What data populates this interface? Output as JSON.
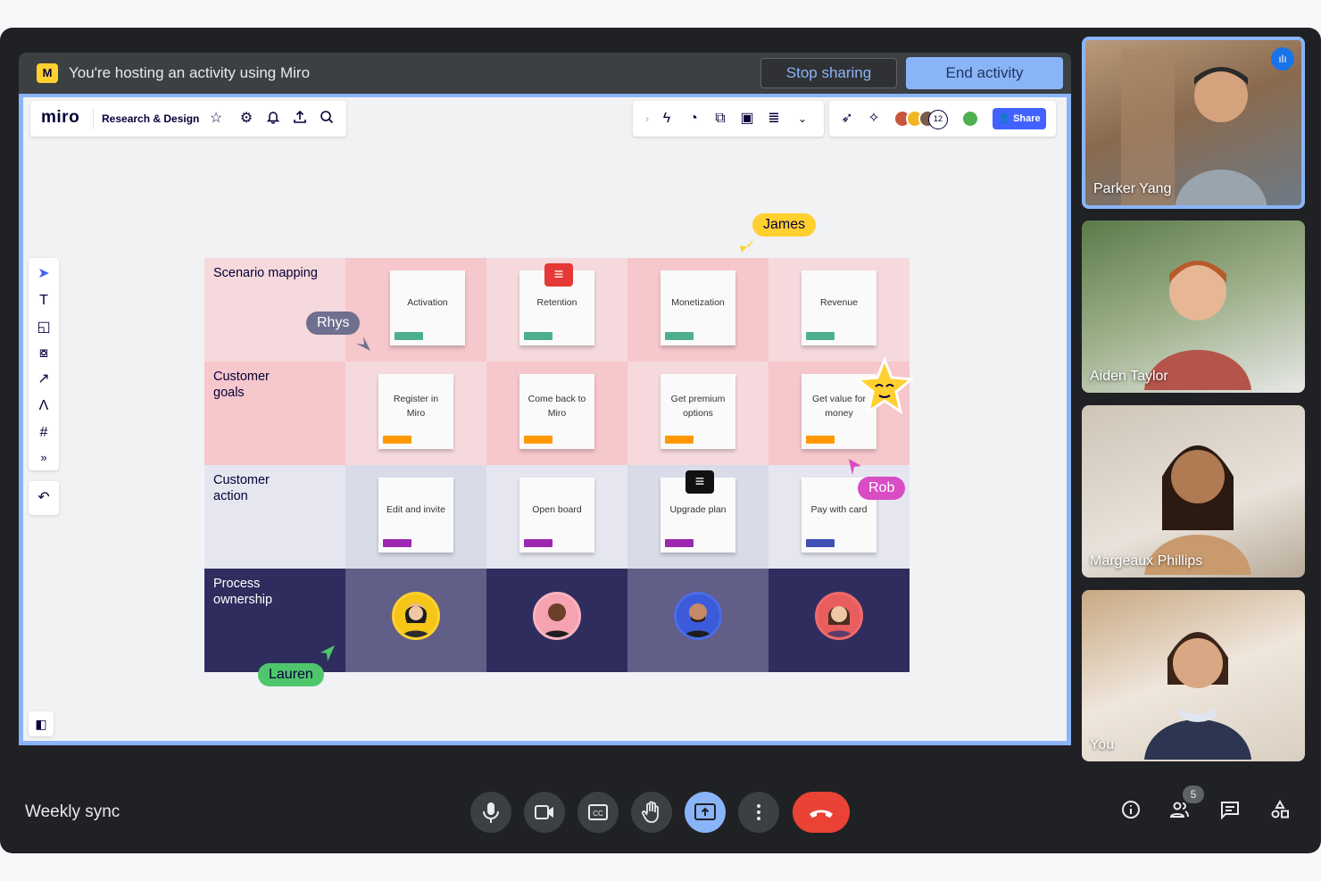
{
  "banner": {
    "message": "You're hosting an activity using Miro",
    "stop_label": "Stop sharing",
    "end_label": "End activity",
    "logo_glyph": "M"
  },
  "miro": {
    "logo": "miro",
    "board_name": "Research & Design",
    "collaborator_count": "12",
    "share_label": "Share",
    "rows": [
      {
        "label": "Scenario mapping",
        "notes": [
          "Activation",
          "Retention",
          "Monetization",
          "Revenue"
        ],
        "tag_color": "#4caf8e"
      },
      {
        "label": "Customer goals",
        "notes": [
          "Register in Miro",
          "Come back to Miro",
          "Get premium options",
          "Get value for money"
        ],
        "tag_color": "#ff9800"
      },
      {
        "label": "Customer action",
        "notes": [
          "Edit and invite",
          "Open board",
          "Upgrade plan",
          "Pay with card"
        ],
        "tag_color": "#9c27b0"
      },
      {
        "label": "Process ownership"
      }
    ],
    "cursors": [
      "Rhys",
      "James",
      "Rob",
      "Lauren"
    ]
  },
  "participants": [
    {
      "name": "Parker Yang",
      "speaking": true
    },
    {
      "name": "Aiden Taylor"
    },
    {
      "name": "Margeaux Phillips"
    },
    {
      "name": "You"
    }
  ],
  "meeting": {
    "title": "Weekly sync",
    "people_count": "5"
  },
  "colors": {
    "accent": "#8ab4f8",
    "hangup": "#ea4335",
    "background": "#202124"
  }
}
